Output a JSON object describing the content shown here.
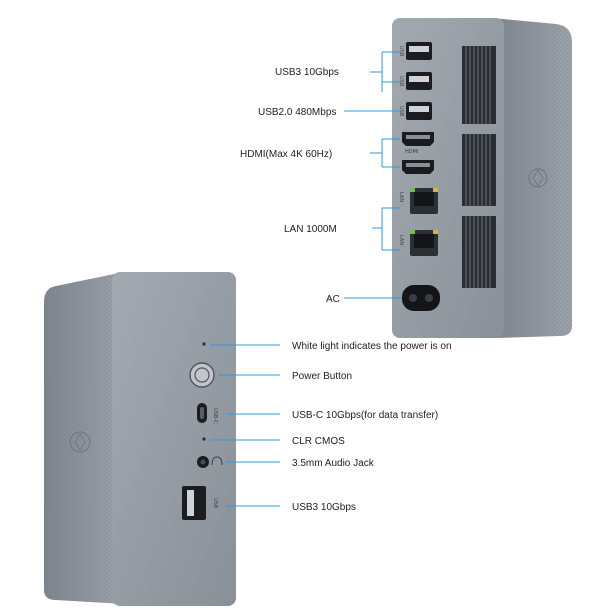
{
  "rear_panel": {
    "callouts": {
      "usb3": "USB3 10Gbps",
      "usb2": "USB2.0 480Mbps",
      "hdmi": "HDMI(Max 4K 60Hz)",
      "lan": "LAN 1000M",
      "ac": "AC"
    },
    "port_marks": {
      "usb": "USB",
      "hdmi": "HDMI",
      "lan": "LAN"
    }
  },
  "front_panel": {
    "callouts": {
      "power_led": "White light indicates the power is on",
      "power_button": "Power Button",
      "usbc": "USB-C 10Gbps(for data transfer)",
      "clr_cmos": "CLR CMOS",
      "audio": "3.5mm Audio Jack",
      "usb3": "USB3 10Gbps"
    },
    "port_marks": {
      "usbc": "USB-C",
      "usb": "USB"
    }
  },
  "colors": {
    "callout_line": "#2f9bd8",
    "chassis": "#8d939c",
    "chassis_dark": "#6f7680",
    "panel": "#9aa0a8",
    "port_black": "#1a1c20"
  }
}
